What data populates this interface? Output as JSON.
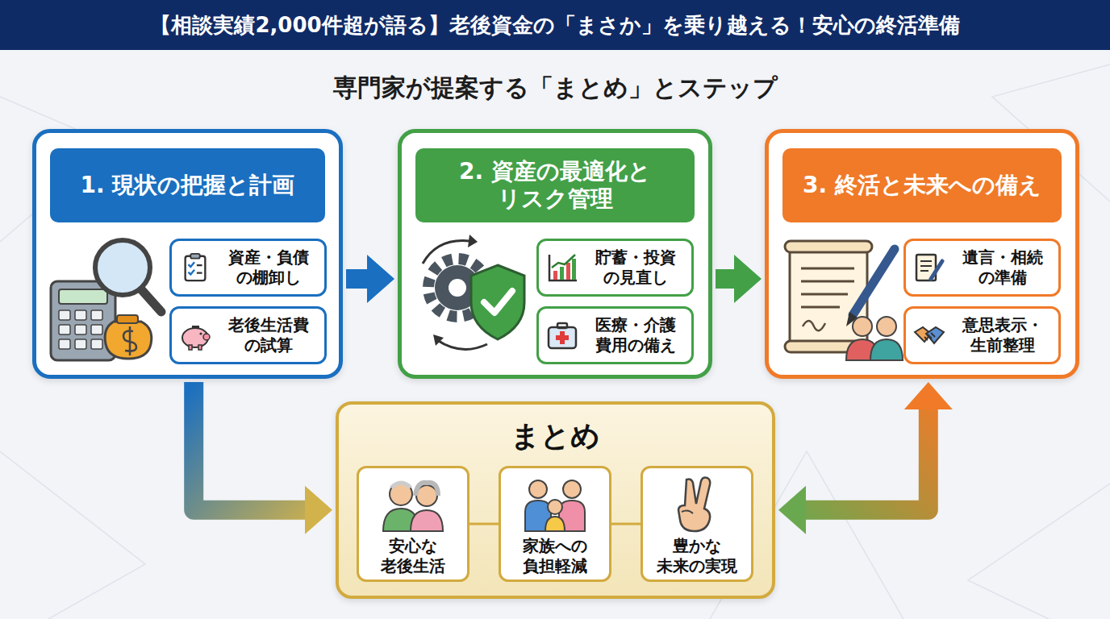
{
  "diagram": {
    "title": "【相談実績2,000件超が語る】老後資金の「まさか」を乗り越える！安心の終活準備",
    "nodes": [
      {
        "text": [
          "1. 現状の把握と計画"
        ]
      },
      {
        "text": [
          "資産・負債 の棚卸し"
        ],
        "in": 0
      },
      {
        "text": [
          "老後生活費 の試算"
        ],
        "in": 0
      },
      {
        "text": [
          "2. 資産の最適化と リスク管理"
        ]
      },
      {
        "text": [
          "貯蓄・投資 の見直し"
        ],
        "in": 3
      },
      {
        "text": [
          "医療・介護 費用の備え"
        ],
        "in": 3
      },
      {
        "text": [
          "3. 終活と未来への備え"
        ]
      },
      {
        "text": [
          "遺言・相続 の準備"
        ],
        "in": 6
      },
      {
        "text": [
          "意思表示・ 生前整理"
        ],
        "in": 6
      },
      {
        "text": [
          "まとめ"
        ]
      },
      {
        "text": [
          "安心な 老後生活"
        ],
        "in": 9
      },
      {
        "text": [
          "家族への 負担軽減"
        ],
        "in": 9
      },
      {
        "text": [
          "豊かな 未来の実現"
        ],
        "in": 9
      }
    ],
    "edges": [
      {
        "from": 0,
        "to": 3,
        "arrow": "to"
      },
      {
        "from": 3,
        "to": 6,
        "arrow": "to"
      },
      {
        "from": 0,
        "to": 9,
        "arrow": "to"
      },
      {
        "from": 9,
        "to": 6,
        "arrow": "both"
      },
      {
        "from": 10,
        "to": 11,
        "arrow": "none"
      },
      {
        "from": 11,
        "to": 12,
        "arrow": "none"
      }
    ],
    "labels": [
      "専門家が提案する「まとめ」とステップ"
    ]
  }
}
